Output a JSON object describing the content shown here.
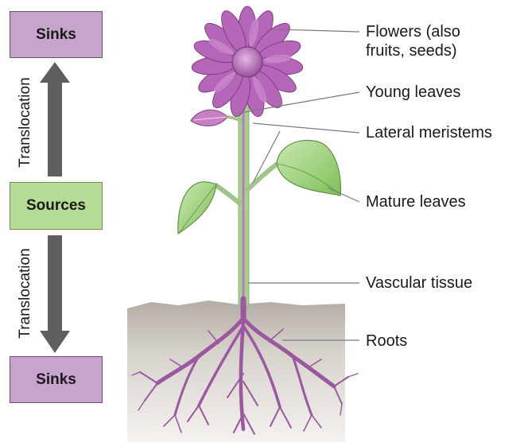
{
  "boxes": {
    "top_sink": "Sinks",
    "source": "Sources",
    "bottom_sink": "Sinks"
  },
  "arrows": {
    "upper_label": "Translocation",
    "lower_label": "Translocation"
  },
  "labels": {
    "flowers_line1": "Flowers (also",
    "flowers_line2": "fruits, seeds)",
    "young_leaves": "Young leaves",
    "lateral_meristems": "Lateral meristems",
    "mature_leaves": "Mature leaves",
    "vascular_tissue": "Vascular tissue",
    "roots": "Roots"
  },
  "colors": {
    "sink_fill": "#c7a4cc",
    "source_fill": "#b5dc94",
    "arrow": "#5f5f5f",
    "petal": "#b566b8",
    "leaf": "#8fc96a",
    "stem": "#9fc58a",
    "vascular": "#b06fb5",
    "soil": "#c9c3bc"
  }
}
